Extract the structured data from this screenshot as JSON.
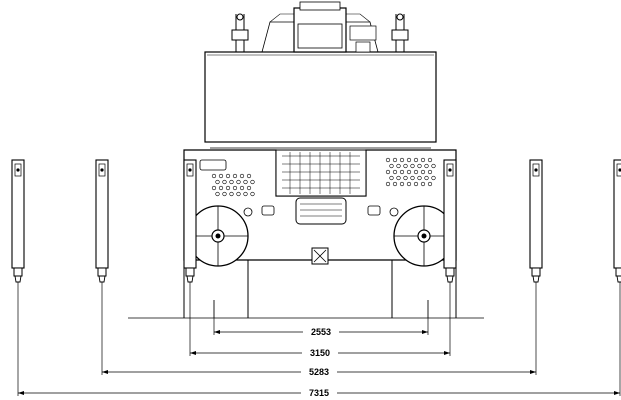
{
  "diagram": {
    "dimensions": [
      {
        "id": "track-inner",
        "label": "2553"
      },
      {
        "id": "track-outer",
        "label": "3150"
      },
      {
        "id": "outrigger-inner",
        "label": "5283"
      },
      {
        "id": "outrigger-outer",
        "label": "7315"
      }
    ]
  }
}
